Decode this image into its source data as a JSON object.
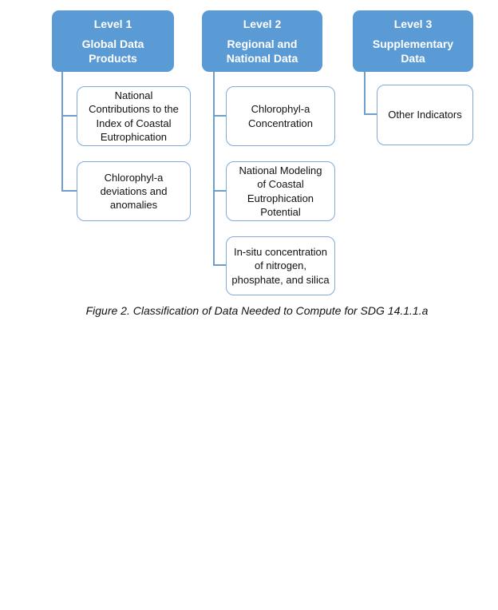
{
  "figure": {
    "caption": "Figure 2. Classification of Data Needed to Compute for SDG 14.1.1.a",
    "colors": {
      "header_fill": "#5B9BD5",
      "header_text": "#FFFFFF",
      "child_box_border": "#7FABDC",
      "connector_line": "#6D9ECE",
      "body_text": "#111111",
      "background": "#FFFFFF"
    },
    "columns": [
      {
        "header": {
          "title": "Level 1",
          "subtitle": "Global Data\nProducts"
        },
        "children": [
          "National\nContributions to the\nIndex of Coastal\nEutrophication",
          "Chlorophyl-a\ndeviations and\nanomalies"
        ]
      },
      {
        "header": {
          "title": "Level 2",
          "subtitle": "Regional and\nNational Data"
        },
        "children": [
          "Chlorophyl-a\nConcentration",
          "National Modeling\nof Coastal\nEutrophication\nPotential",
          "In-situ concentration\nof nitrogen,\nphosphate, and silica"
        ]
      },
      {
        "header": {
          "title": "Level 3",
          "subtitle": "Supplementary\nData"
        },
        "children": [
          "Other Indicators"
        ]
      }
    ]
  }
}
